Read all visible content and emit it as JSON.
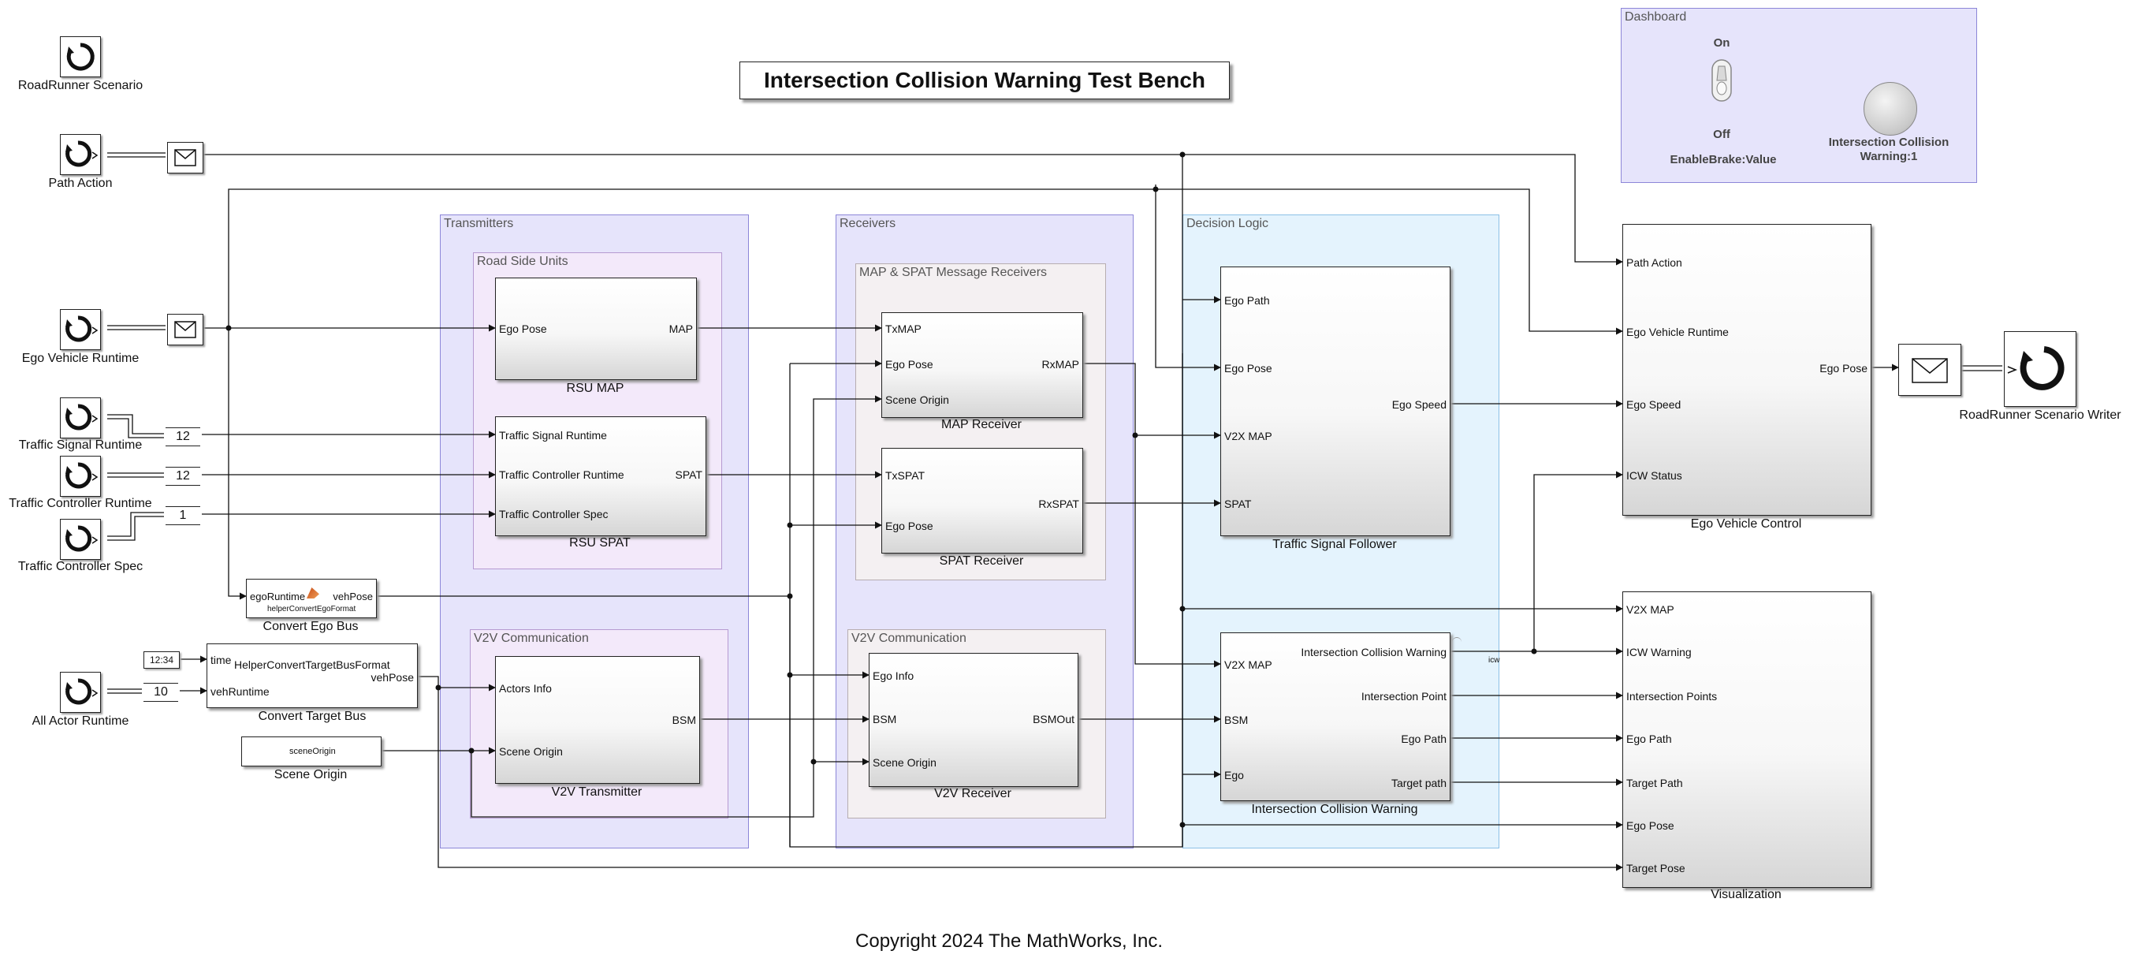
{
  "title": "Intersection Collision Warning Test Bench",
  "copyright": "Copyright 2024 The MathWorks, Inc.",
  "areas": {
    "dashboard": "Dashboard",
    "transmitters": "Transmitters",
    "road_side_units": "Road Side Units",
    "v2v_tx": "V2V Communication",
    "receivers": "Receivers",
    "map_spat_receivers": "MAP & SPAT Message Receivers",
    "v2v_rx": "V2V Communication",
    "decision_logic": "Decision Logic"
  },
  "dashboard": {
    "switch_on": "On",
    "switch_off": "Off",
    "switch_label": "EnableBrake:Value",
    "lamp_label_1": "Intersection Collision",
    "lamp_label_2": "Warning:1"
  },
  "sources": {
    "roadrunner_scenario": "RoadRunner Scenario",
    "path_action": "Path Action",
    "ego_vehicle_runtime": "Ego Vehicle Runtime",
    "traffic_signal_runtime": "Traffic Signal Runtime",
    "traffic_controller_runtime": "Traffic Controller Runtime",
    "traffic_controller_spec": "Traffic Controller Spec",
    "all_actor_runtime": "All Actor Runtime"
  },
  "widths": {
    "signal_runtime": "12",
    "controller_runtime": "12",
    "controller_spec": "1",
    "actor_runtime": "10"
  },
  "clock": "12:34",
  "convert_ego_bus": {
    "label": "Convert Ego Bus",
    "in": "egoRuntime",
    "out": "vehPose",
    "fn": "helperConvertEgoFormat"
  },
  "convert_target_bus": {
    "label": "Convert Target Bus",
    "fn": "HelperConvertTargetBusFormat",
    "in1": "time",
    "in2": "vehRuntime",
    "out": "vehPose"
  },
  "scene_origin": {
    "label": "Scene Origin",
    "text": "sceneOrigin"
  },
  "rsu_map": {
    "label": "RSU MAP",
    "in": "Ego Pose",
    "out": "MAP"
  },
  "rsu_spat": {
    "label": "RSU SPAT",
    "in1": "Traffic Signal Runtime",
    "in2": "Traffic Controller Runtime",
    "in3": "Traffic Controller Spec",
    "out": "SPAT"
  },
  "v2v_transmitter": {
    "label": "V2V Transmitter",
    "in1": "Actors Info",
    "in2": "Scene Origin",
    "out": "BSM"
  },
  "map_receiver": {
    "label": "MAP Receiver",
    "in1": "TxMAP",
    "in2": "Ego Pose",
    "in3": "Scene Origin",
    "out": "RxMAP"
  },
  "spat_receiver": {
    "label": "SPAT Receiver",
    "in1": "TxSPAT",
    "in2": "Ego Pose",
    "out": "RxSPAT"
  },
  "v2v_receiver": {
    "label": "V2V Receiver",
    "in1": "Ego Info",
    "in2": "BSM",
    "in3": "Scene Origin",
    "out": "BSMOut"
  },
  "traffic_signal_follower": {
    "label": "Traffic Signal Follower",
    "in1": "Ego Path",
    "in2": "Ego Pose",
    "in3": "V2X MAP",
    "in4": "SPAT",
    "out": "Ego Speed"
  },
  "icw": {
    "label": "Intersection Collision Warning",
    "in1": "V2X MAP",
    "in2": "BSM",
    "in3": "Ego",
    "out1": "Intersection Collision Warning",
    "out2": "Intersection Point",
    "out3": "Ego Path",
    "out4": "Target path",
    "signal_tag": "icw"
  },
  "ego_vehicle_control": {
    "label": "Ego Vehicle Control",
    "in1": "Path Action",
    "in2": "Ego Vehicle Runtime",
    "in3": "Ego Speed",
    "in4": "ICW Status",
    "out": "Ego Pose"
  },
  "visualization": {
    "label": "Visualization",
    "in1": "V2X MAP",
    "in2": "ICW Warning",
    "in3": "Intersection Points",
    "in4": "Ego Path",
    "in5": "Target Path",
    "in6": "Ego Pose",
    "in7": "Target Pose"
  },
  "writer": {
    "label": "RoadRunner Scenario Writer"
  }
}
